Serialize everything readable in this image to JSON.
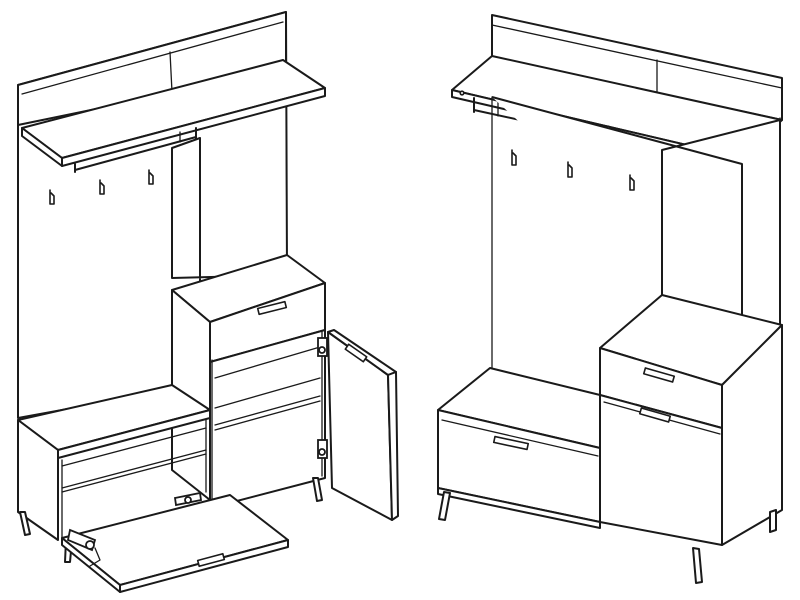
{
  "diagram": {
    "views": [
      {
        "id": "open",
        "state": "doors and flaps open"
      },
      {
        "id": "closed",
        "state": "doors and flaps closed"
      }
    ],
    "colors": {
      "line": "#1a1a1a",
      "background": "#ffffff"
    },
    "icons": [
      "coat-hook-icon",
      "handle-icon",
      "hinge-icon"
    ]
  }
}
